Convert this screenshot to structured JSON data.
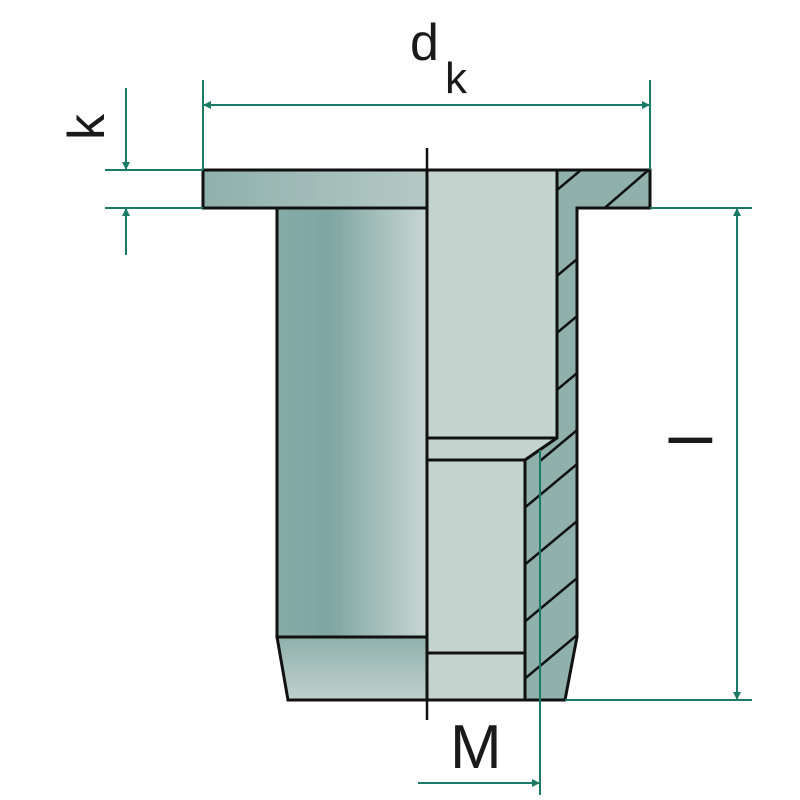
{
  "labels": {
    "head_diameter": "d",
    "head_diameter_sub": "k",
    "head_height": "k",
    "length": "l",
    "thread": "M"
  },
  "colors": {
    "dimension_line": "#1a7a66",
    "outline": "#111111",
    "section_fill": "#8fb0ab",
    "bore_fill": "#c5d3cf",
    "body_dark": "#7ea6a2",
    "body_light": "#c8d6d2"
  }
}
